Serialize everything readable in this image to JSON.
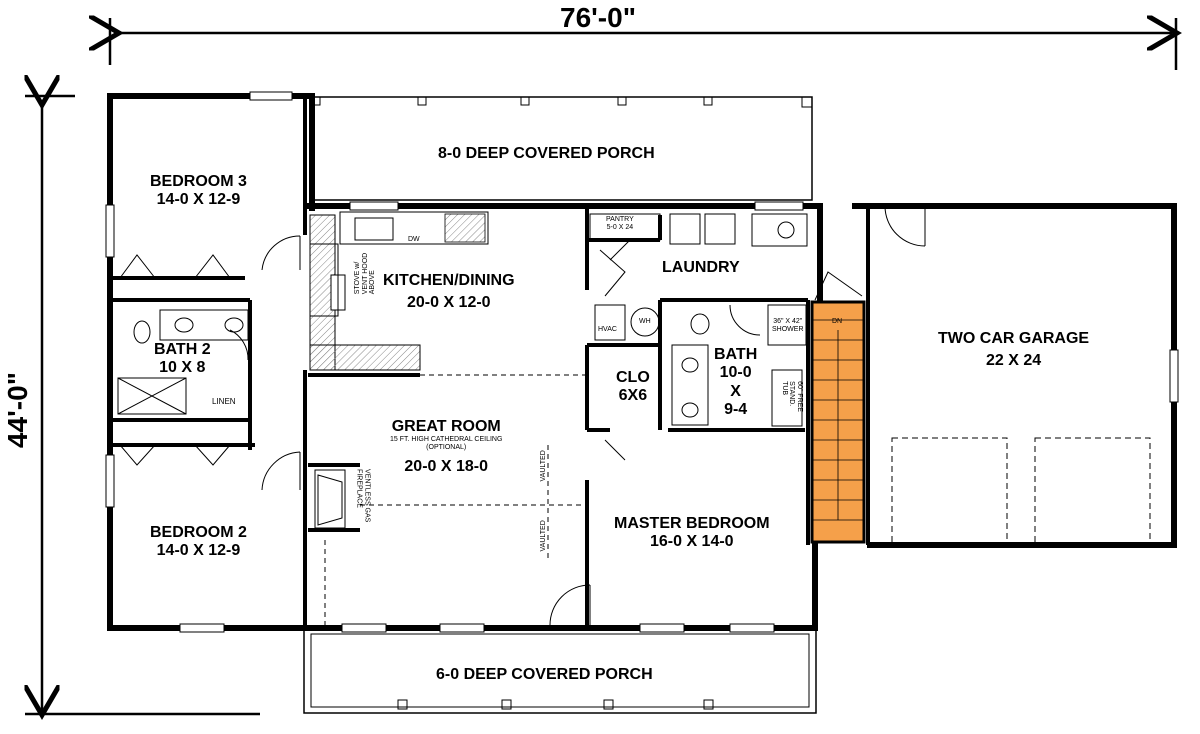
{
  "dimensions": {
    "width": "76'-0\"",
    "depth": "44'-0\""
  },
  "rooms": {
    "rear_porch": "8-0  DEEP COVERED PORCH",
    "front_porch": "6-0 DEEP COVERED PORCH",
    "bedroom3": {
      "name": "BEDROOM 3",
      "size": "14-0 X 12-9"
    },
    "bedroom2": {
      "name": "BEDROOM 2",
      "size": "14-0 X 12-9"
    },
    "bath2": {
      "name": "BATH 2",
      "size": "10 X 8"
    },
    "kitchen": {
      "name": "KITCHEN/DINING",
      "size": "20-0 X 12-0"
    },
    "laundry": {
      "name": "LAUNDRY"
    },
    "great_room": {
      "name": "GREAT ROOM",
      "note1": "15 FT. HIGH CATHEDRAL CEILING",
      "note2": "(OPTIONAL)",
      "size": "20-0 X 18-0"
    },
    "closet": {
      "name": "CLO",
      "size": "6X6"
    },
    "master_bath": {
      "name": "BATH",
      "line2": "10-0",
      "line3": "X",
      "line4": "9-4"
    },
    "master_bedroom": {
      "name": "MASTER BEDROOM",
      "size": "16-0 X 14-0"
    },
    "garage": {
      "name": "TWO CAR GARAGE",
      "size": "22 X 24"
    }
  },
  "fixtures": {
    "pantry": "PANTRY",
    "pantry_size": "5-0 X 24",
    "linen": "LINEN",
    "hvac": "HVAC",
    "wh": "WH",
    "dw": "DW",
    "stove": "STOVE w/",
    "stove2": "VENT HOOD",
    "stove3": "ABOVE",
    "shower": "36\" X 42\"",
    "shower2": "SHOWER",
    "tub": "60\" FREE",
    "tub2": "STAND.",
    "tub3": "TUB",
    "fireplace": "VENTLESS GAS",
    "fireplace2": "FIREPLACE",
    "vaulted": "VAULTED",
    "stair_dn": "DN"
  },
  "colors": {
    "wall": "#000000",
    "stair": "#f5a04a",
    "hatch": "#7a7a7a"
  }
}
